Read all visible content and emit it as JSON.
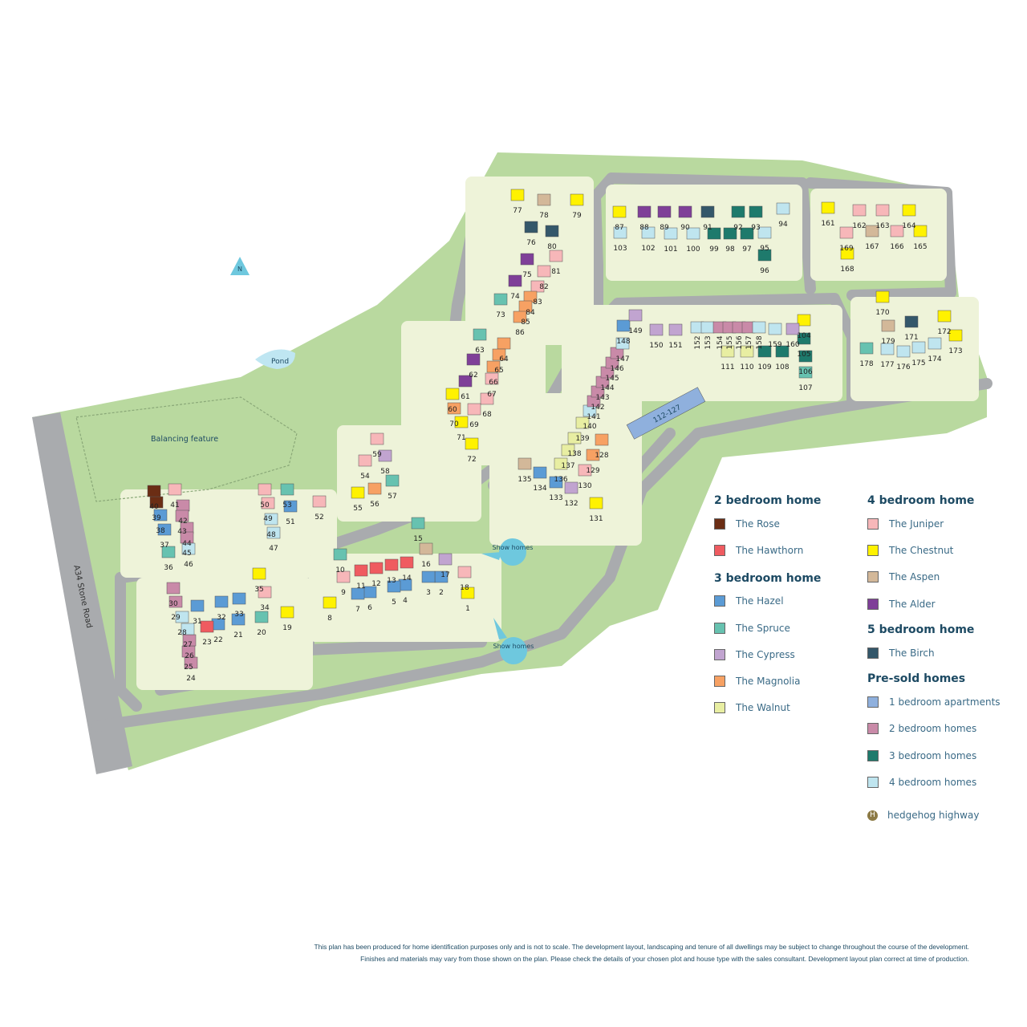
{
  "map": {
    "north_label": "N",
    "pond_label": "Pond",
    "balancing_label": "Balancing feature",
    "road_label": "A34 Stone Road",
    "show_homes_label": "Show homes",
    "apartments_label": "112-127",
    "hedgehog_symbol": "H"
  },
  "colors": {
    "rose": "#6b2d14",
    "hawthorn": "#ef5b60",
    "hazel": "#5b9bd5",
    "spruce": "#67c2b0",
    "cypress": "#c1a4d0",
    "magnolia": "#f7a163",
    "walnut": "#e8eea2",
    "juniper": "#f7b7b9",
    "chestnut": "#fff200",
    "aspen": "#d3b899",
    "alder": "#7f3f98",
    "birch": "#34576a",
    "presold1": "#8fb0dd",
    "presold2": "#c98aa8",
    "presold3": "#1e7a6c",
    "presold4": "#bfe5ef",
    "green": "#b9d99f",
    "plot": "#eef3d9",
    "road": "#a9abae",
    "water": "#bfe6f2"
  },
  "legend": {
    "groups": [
      {
        "title": "2 bedroom home",
        "items": [
          {
            "label": "The Rose",
            "color": "rose"
          },
          {
            "label": "The Hawthorn",
            "color": "hawthorn"
          }
        ]
      },
      {
        "title": "3 bedroom home",
        "items": [
          {
            "label": "The Hazel",
            "color": "hazel"
          },
          {
            "label": "The Spruce",
            "color": "spruce"
          },
          {
            "label": "The Cypress",
            "color": "cypress"
          },
          {
            "label": "The Magnolia",
            "color": "magnolia"
          },
          {
            "label": "The Walnut",
            "color": "walnut"
          }
        ]
      },
      {
        "title": "4 bedroom home",
        "items": [
          {
            "label": "The Juniper",
            "color": "juniper"
          },
          {
            "label": "The Chestnut",
            "color": "chestnut"
          },
          {
            "label": "The Aspen",
            "color": "aspen"
          },
          {
            "label": "The Alder",
            "color": "alder"
          }
        ]
      },
      {
        "title": "5 bedroom home",
        "items": [
          {
            "label": "The Birch",
            "color": "birch"
          }
        ]
      },
      {
        "title": "Pre-sold homes",
        "items": [
          {
            "label": "1 bedroom apartments",
            "color": "presold1"
          },
          {
            "label": "2 bedroom homes",
            "color": "presold2"
          },
          {
            "label": "3 bedroom homes",
            "color": "presold3"
          },
          {
            "label": "4 bedroom homes",
            "color": "presold4"
          }
        ]
      }
    ],
    "hedgehog_label": "hedgehog highway"
  },
  "plots": [
    {
      "n": "1",
      "t": "chestnut"
    },
    {
      "n": "2",
      "t": "hazel"
    },
    {
      "n": "3",
      "t": "hazel"
    },
    {
      "n": "4",
      "t": "hazel"
    },
    {
      "n": "5",
      "t": "hazel"
    },
    {
      "n": "6",
      "t": "hazel"
    },
    {
      "n": "7",
      "t": "hazel"
    },
    {
      "n": "8",
      "t": "chestnut"
    },
    {
      "n": "9",
      "t": "juniper"
    },
    {
      "n": "10",
      "t": "spruce"
    },
    {
      "n": "11",
      "t": "hawthorn"
    },
    {
      "n": "12",
      "t": "hawthorn"
    },
    {
      "n": "13",
      "t": "hawthorn"
    },
    {
      "n": "14",
      "t": "hawthorn"
    },
    {
      "n": "15",
      "t": "spruce"
    },
    {
      "n": "16",
      "t": "aspen"
    },
    {
      "n": "17",
      "t": "cypress"
    },
    {
      "n": "18",
      "t": "juniper"
    },
    {
      "n": "19",
      "t": "chestnut"
    },
    {
      "n": "20",
      "t": "spruce"
    },
    {
      "n": "21",
      "t": "hazel"
    },
    {
      "n": "22",
      "t": "hazel"
    },
    {
      "n": "23",
      "t": "hawthorn"
    },
    {
      "n": "24",
      "t": "presold2"
    },
    {
      "n": "25",
      "t": "presold2"
    },
    {
      "n": "26",
      "t": "presold2"
    },
    {
      "n": "27",
      "t": "presold4"
    },
    {
      "n": "28",
      "t": "presold4"
    },
    {
      "n": "29",
      "t": "presold2"
    },
    {
      "n": "30",
      "t": "presold2"
    },
    {
      "n": "31",
      "t": "hazel"
    },
    {
      "n": "32",
      "t": "hazel"
    },
    {
      "n": "33",
      "t": "hazel"
    },
    {
      "n": "34",
      "t": "juniper"
    },
    {
      "n": "35",
      "t": "chestnut"
    },
    {
      "n": "36",
      "t": "spruce"
    },
    {
      "n": "37",
      "t": "hazel"
    },
    {
      "n": "38",
      "t": "hazel"
    },
    {
      "n": "39",
      "t": "rose"
    },
    {
      "n": "40",
      "t": "rose"
    },
    {
      "n": "41",
      "t": "juniper"
    },
    {
      "n": "42",
      "t": "presold2"
    },
    {
      "n": "43",
      "t": "presold2"
    },
    {
      "n": "44",
      "t": "presold2"
    },
    {
      "n": "45",
      "t": "presold2"
    },
    {
      "n": "46",
      "t": "presold4"
    },
    {
      "n": "47",
      "t": "presold4"
    },
    {
      "n": "48",
      "t": "presold4"
    },
    {
      "n": "49",
      "t": "juniper"
    },
    {
      "n": "50",
      "t": "juniper"
    },
    {
      "n": "51",
      "t": "hazel"
    },
    {
      "n": "52",
      "t": "juniper"
    },
    {
      "n": "53",
      "t": "spruce"
    },
    {
      "n": "54",
      "t": "juniper"
    },
    {
      "n": "55",
      "t": "chestnut"
    },
    {
      "n": "56",
      "t": "magnolia"
    },
    {
      "n": "57",
      "t": "spruce"
    },
    {
      "n": "58",
      "t": "cypress"
    },
    {
      "n": "59",
      "t": "juniper"
    },
    {
      "n": "60",
      "t": "chestnut"
    },
    {
      "n": "61",
      "t": "alder"
    },
    {
      "n": "62",
      "t": "alder"
    },
    {
      "n": "63",
      "t": "spruce"
    },
    {
      "n": "64",
      "t": "magnolia"
    },
    {
      "n": "65",
      "t": "magnolia"
    },
    {
      "n": "66",
      "t": "magnolia"
    },
    {
      "n": "67",
      "t": "juniper"
    },
    {
      "n": "68",
      "t": "juniper"
    },
    {
      "n": "69",
      "t": "juniper"
    },
    {
      "n": "70",
      "t": "magnolia"
    },
    {
      "n": "71",
      "t": "chestnut"
    },
    {
      "n": "72",
      "t": "chestnut"
    },
    {
      "n": "73",
      "t": "spruce"
    },
    {
      "n": "74",
      "t": "alder"
    },
    {
      "n": "75",
      "t": "alder"
    },
    {
      "n": "76",
      "t": "birch"
    },
    {
      "n": "77",
      "t": "chestnut"
    },
    {
      "n": "78",
      "t": "aspen"
    },
    {
      "n": "79",
      "t": "chestnut"
    },
    {
      "n": "80",
      "t": "birch"
    },
    {
      "n": "81",
      "t": "juniper"
    },
    {
      "n": "82",
      "t": "juniper"
    },
    {
      "n": "83",
      "t": "juniper"
    },
    {
      "n": "84",
      "t": "magnolia"
    },
    {
      "n": "85",
      "t": "magnolia"
    },
    {
      "n": "86",
      "t": "magnolia"
    },
    {
      "n": "87",
      "t": "chestnut"
    },
    {
      "n": "88",
      "t": "alder"
    },
    {
      "n": "89",
      "t": "alder"
    },
    {
      "n": "90",
      "t": "alder"
    },
    {
      "n": "91",
      "t": "birch"
    },
    {
      "n": "92",
      "t": "presold3"
    },
    {
      "n": "93",
      "t": "presold3"
    },
    {
      "n": "94",
      "t": "presold4"
    },
    {
      "n": "95",
      "t": "presold4"
    },
    {
      "n": "96",
      "t": "presold3"
    },
    {
      "n": "97",
      "t": "presold3"
    },
    {
      "n": "98",
      "t": "presold3"
    },
    {
      "n": "99",
      "t": "presold3"
    },
    {
      "n": "100",
      "t": "presold4"
    },
    {
      "n": "101",
      "t": "presold4"
    },
    {
      "n": "102",
      "t": "presold4"
    },
    {
      "n": "103",
      "t": "presold4"
    },
    {
      "n": "104",
      "t": "chestnut"
    },
    {
      "n": "105",
      "t": "presold3"
    },
    {
      "n": "106",
      "t": "presold3"
    },
    {
      "n": "107",
      "t": "spruce"
    },
    {
      "n": "108",
      "t": "presold3"
    },
    {
      "n": "109",
      "t": "presold3"
    },
    {
      "n": "110",
      "t": "walnut"
    },
    {
      "n": "111",
      "t": "walnut"
    },
    {
      "n": "128",
      "t": "magnolia"
    },
    {
      "n": "129",
      "t": "magnolia"
    },
    {
      "n": "130",
      "t": "juniper"
    },
    {
      "n": "131",
      "t": "chestnut"
    },
    {
      "n": "132",
      "t": "cypress"
    },
    {
      "n": "133",
      "t": "hazel"
    },
    {
      "n": "134",
      "t": "hazel"
    },
    {
      "n": "135",
      "t": "aspen"
    },
    {
      "n": "136",
      "t": "walnut"
    },
    {
      "n": "137",
      "t": "walnut"
    },
    {
      "n": "138",
      "t": "walnut"
    },
    {
      "n": "139",
      "t": "walnut"
    },
    {
      "n": "140",
      "t": "presold4"
    },
    {
      "n": "141",
      "t": "presold2"
    },
    {
      "n": "142",
      "t": "presold2"
    },
    {
      "n": "143",
      "t": "presold2"
    },
    {
      "n": "144",
      "t": "presold2"
    },
    {
      "n": "145",
      "t": "presold2"
    },
    {
      "n": "146",
      "t": "presold2"
    },
    {
      "n": "147",
      "t": "presold4"
    },
    {
      "n": "148",
      "t": "hazel"
    },
    {
      "n": "149",
      "t": "cypress"
    },
    {
      "n": "150",
      "t": "cypress"
    },
    {
      "n": "151",
      "t": "cypress"
    },
    {
      "n": "152",
      "t": "presold4"
    },
    {
      "n": "153",
      "t": "presold4"
    },
    {
      "n": "154",
      "t": "presold2"
    },
    {
      "n": "155",
      "t": "presold2"
    },
    {
      "n": "156",
      "t": "presold2"
    },
    {
      "n": "157",
      "t": "presold2"
    },
    {
      "n": "158",
      "t": "presold4"
    },
    {
      "n": "159",
      "t": "presold4"
    },
    {
      "n": "160",
      "t": "cypress"
    },
    {
      "n": "161",
      "t": "chestnut"
    },
    {
      "n": "162",
      "t": "juniper"
    },
    {
      "n": "163",
      "t": "juniper"
    },
    {
      "n": "164",
      "t": "chestnut"
    },
    {
      "n": "165",
      "t": "chestnut"
    },
    {
      "n": "166",
      "t": "juniper"
    },
    {
      "n": "167",
      "t": "aspen"
    },
    {
      "n": "168",
      "t": "chestnut"
    },
    {
      "n": "169",
      "t": "juniper"
    },
    {
      "n": "170",
      "t": "chestnut"
    },
    {
      "n": "171",
      "t": "birch"
    },
    {
      "n": "172",
      "t": "chestnut"
    },
    {
      "n": "173",
      "t": "chestnut"
    },
    {
      "n": "174",
      "t": "presold4"
    },
    {
      "n": "175",
      "t": "presold4"
    },
    {
      "n": "176",
      "t": "presold4"
    },
    {
      "n": "177",
      "t": "presold4"
    },
    {
      "n": "178",
      "t": "spruce"
    },
    {
      "n": "179",
      "t": "aspen"
    }
  ],
  "disclaimer": [
    "This plan has been produced for home identification purposes only and is not to scale. The development layout, landscaping and tenure of all dwellings may be subject to change throughout the course of the development.",
    "Finishes and materials may vary from those shown on the plan. Please check the details of your chosen plot and house type with the sales consultant. Development layout plan correct at time of production."
  ]
}
